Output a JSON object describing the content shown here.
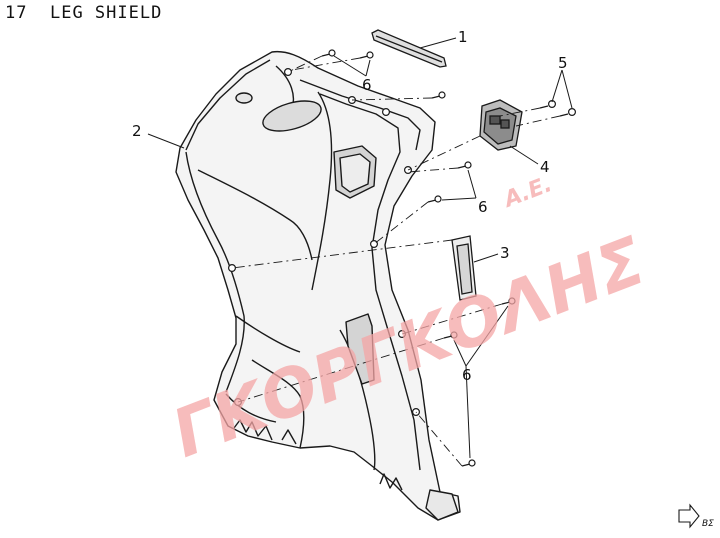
{
  "page": {
    "section_number": "17",
    "section_title": "LEG SHIELD"
  },
  "watermark": {
    "name": "ΓΚΟΡΓΚΟΛΗΣ",
    "suffix": "Α.Ε."
  },
  "callouts": [
    {
      "id": "callout-1",
      "label": "1"
    },
    {
      "id": "callout-2",
      "label": "2"
    },
    {
      "id": "callout-3",
      "label": "3"
    },
    {
      "id": "callout-4",
      "label": "4"
    },
    {
      "id": "callout-5",
      "label": "5"
    },
    {
      "id": "callout-6a",
      "label": "6"
    },
    {
      "id": "callout-6b",
      "label": "6"
    },
    {
      "id": "callout-6c",
      "label": "6"
    }
  ],
  "footer": {
    "continue_label": "ΒΣ"
  },
  "colors": {
    "line": "#1a1a1a",
    "panel": "#f4f4f4",
    "shade": "#c9c9c9",
    "watermark": "#f4a6a6"
  }
}
